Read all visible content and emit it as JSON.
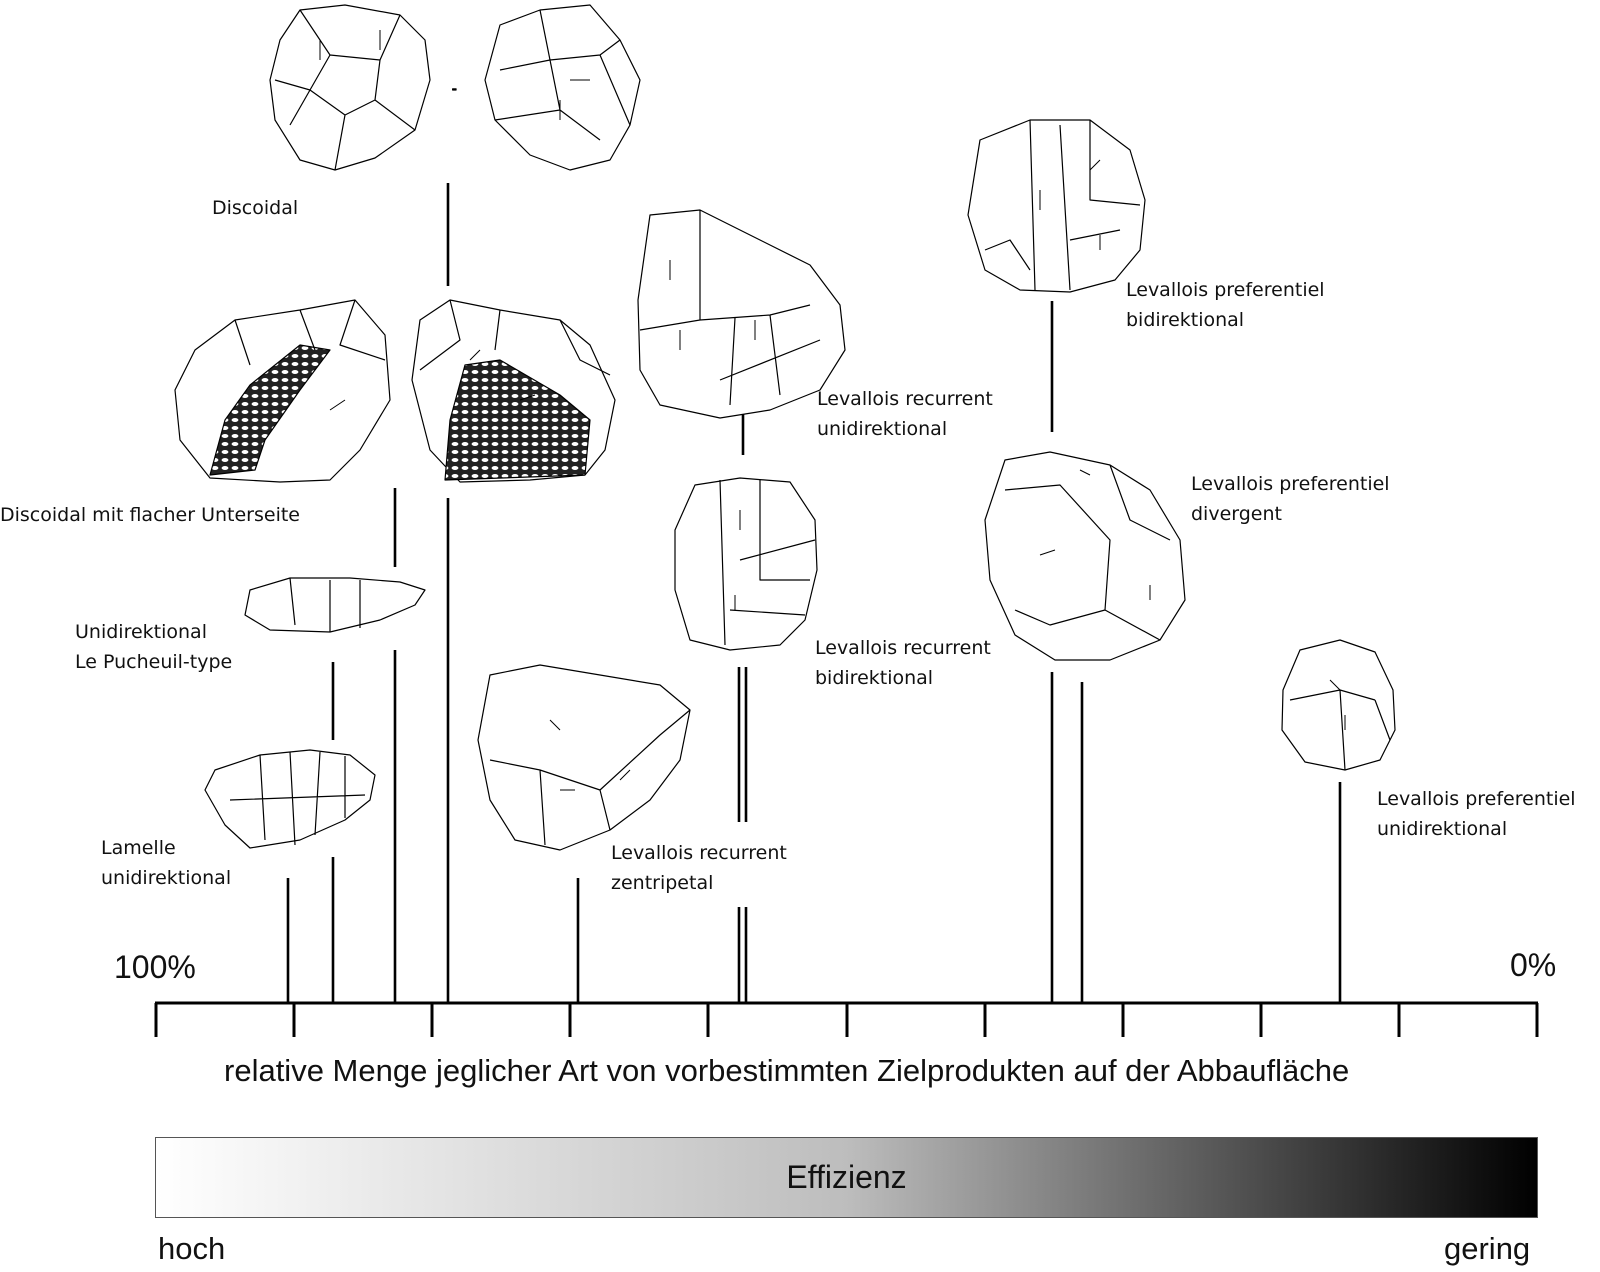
{
  "labels": {
    "discoidal": [
      "Discoidal"
    ],
    "discoidal_flat": [
      "Discoidal mit flacher Unterseite"
    ],
    "unidirektional_pucheuil": [
      "Unidirektional",
      "Le Pucheuil-type"
    ],
    "lamelle": [
      "Lamelle",
      "unidirektional"
    ],
    "lev_rec_zentripetal": [
      "Levallois recurrent",
      "zentripetal"
    ],
    "lev_rec_unidirektional": [
      "Levallois recurrent",
      "unidirektional"
    ],
    "lev_rec_bidirektional": [
      "Levallois recurrent",
      "bidirektional"
    ],
    "lev_pref_bidirektional": [
      "Levallois preferentiel",
      "bidirektional"
    ],
    "lev_pref_divergent": [
      "Levallois preferentiel",
      "divergent"
    ],
    "lev_pref_unidirektional": [
      "Levallois preferentiel",
      "unidirektional"
    ]
  },
  "axis": {
    "left_label": "100%",
    "right_label": "0%",
    "title": "relative Menge jeglicher Art von vorbestimmten Zielprodukten auf der Abbaufläche"
  },
  "gradient": {
    "label": "Effizienz",
    "left_label": "hoch",
    "right_label": "gering",
    "color_start": "#ffffff",
    "color_mid": "#bdbdbd",
    "color_end": "#000000"
  },
  "colors": {
    "line": "#000000",
    "hatch": "#222222"
  },
  "icons": [
    "stone-core-drawing",
    "hatched-flat-surface",
    "flake-arrow"
  ]
}
